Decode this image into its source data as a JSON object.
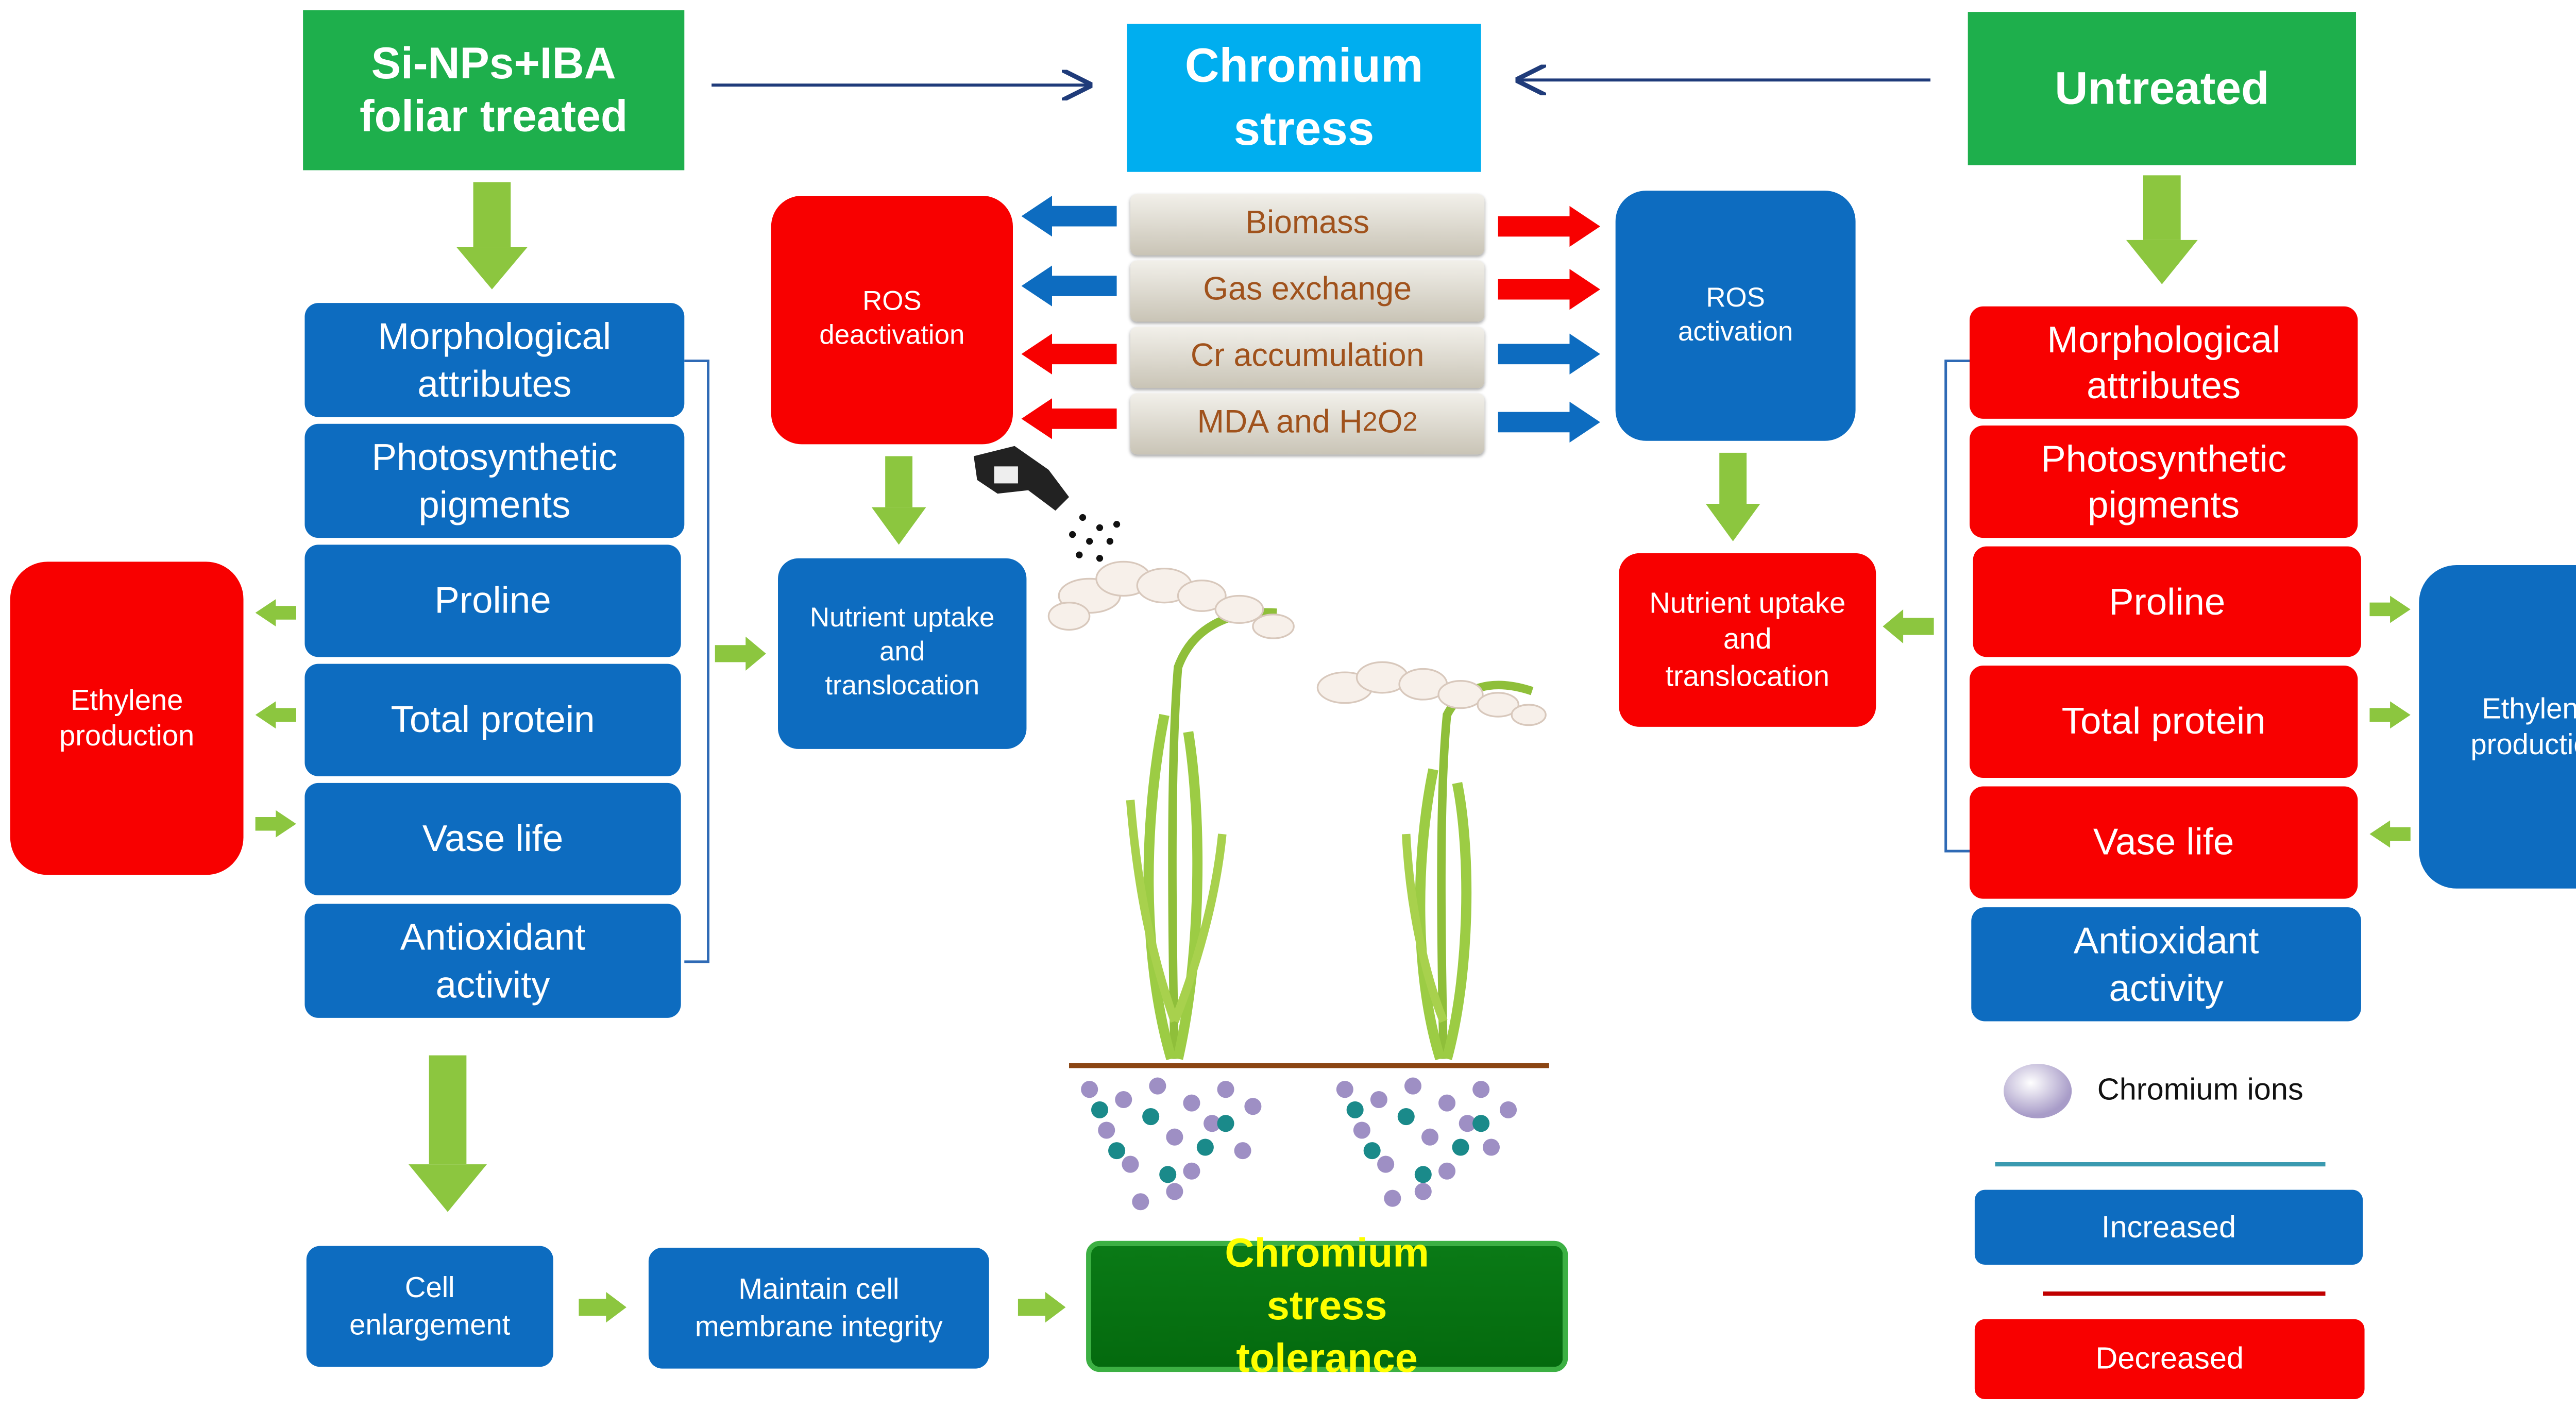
{
  "headers": {
    "left": "Si-NPs+IBA foliar treated",
    "center": "Chromium stress",
    "right": "Untreated"
  },
  "center_factors": [
    "Biomass",
    "Gas exchange",
    "Cr accumulation",
    "MDA and H2O2"
  ],
  "ros": {
    "left": "ROS deactivation",
    "right": "ROS activation"
  },
  "nutrient": {
    "left": "Nutrient uptake and translocation",
    "right": "Nutrient uptake and translocation"
  },
  "left_column": [
    "Morphological attributes",
    "Photosynthetic pigments",
    "Proline",
    "Total protein",
    "Vase life",
    "Antioxidant activity"
  ],
  "right_column": [
    "Morphological attributes",
    "Photosynthetic pigments",
    "Proline",
    "Total protein",
    "Vase life",
    "Antioxidant activity"
  ],
  "ethylene": {
    "left": "Ethylene production",
    "right": "Ethylene production"
  },
  "bottom": {
    "cell": "Cell enlargement",
    "membrane": "Maintain cell membrane integrity",
    "tolerance": "Chromium stress tolerance"
  },
  "legend": {
    "ions": "Chromium ions",
    "increased": "Increased",
    "decreased": "Decreased"
  },
  "colors": {
    "increased": "#0d6cc0",
    "decreased": "#f80000",
    "treated_header": "#1eaf4c",
    "stress_header": "#00aeef",
    "arrow_green": "#8cc63f",
    "tolerance_text": "#ffff00"
  },
  "icons": [
    "spray-bottle-icon",
    "plant-icon",
    "chromium-ion-icon"
  ]
}
